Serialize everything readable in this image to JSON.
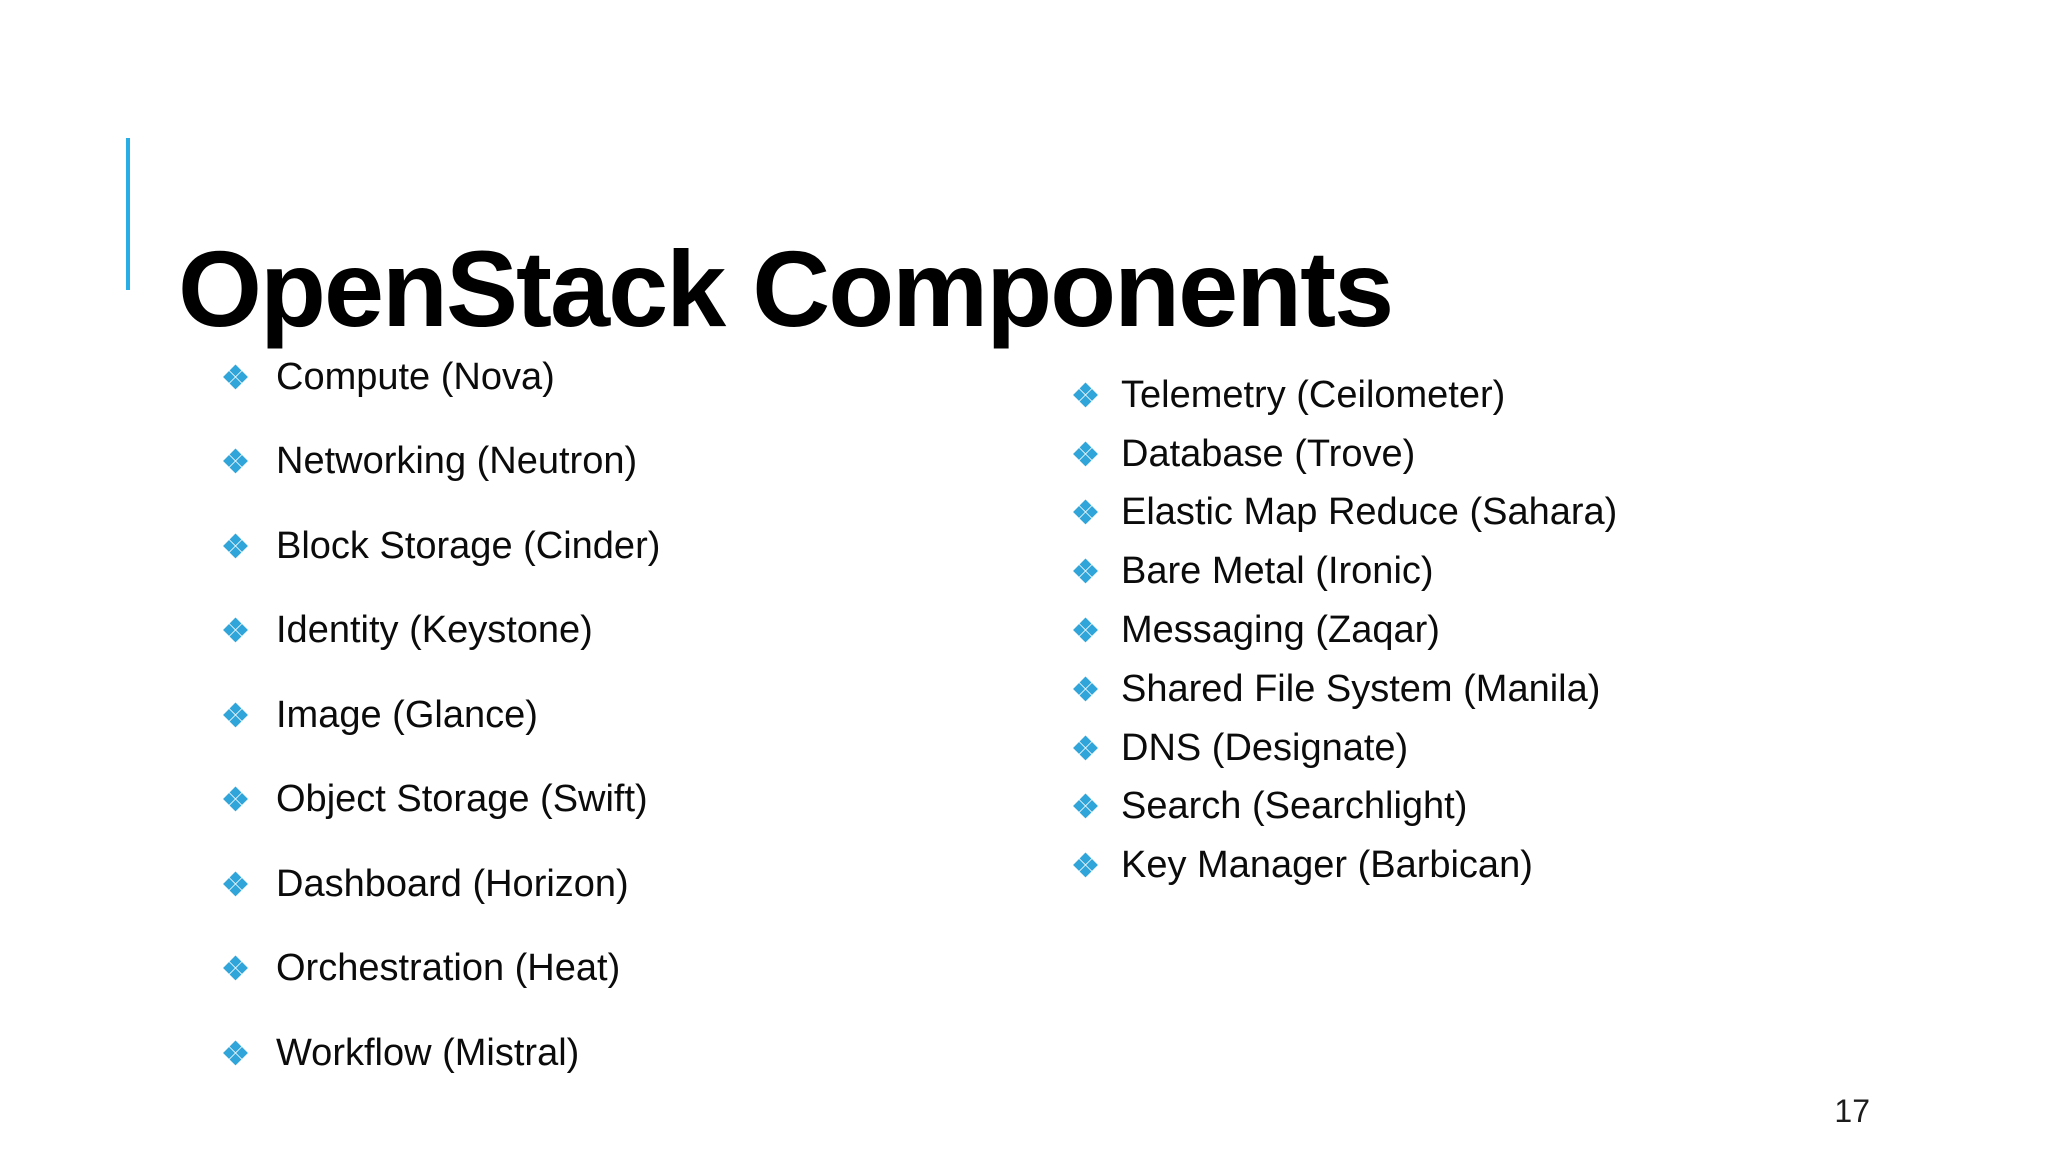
{
  "slide": {
    "title": "OpenStack Components",
    "page_number": "17",
    "accent_color": "#28AEE4",
    "bullet_color": "#2FA5D9",
    "bullet_icon": "four-diamond"
  },
  "lists": {
    "left": {
      "items": [
        "Compute (Nova)",
        "Networking (Neutron)",
        "Block Storage (Cinder)",
        "Identity (Keystone)",
        "Image (Glance)",
        "Object Storage (Swift)",
        "Dashboard (Horizon)",
        "Orchestration (Heat)",
        "Workflow (Mistral)"
      ]
    },
    "right": {
      "items": [
        "Telemetry (Ceilometer)",
        "Database (Trove)",
        "Elastic Map Reduce (Sahara)",
        "Bare Metal (Ironic)",
        "Messaging (Zaqar)",
        "Shared File System (Manila)",
        "DNS (Designate)",
        "Search (Searchlight)",
        "Key Manager (Barbican)"
      ]
    }
  }
}
